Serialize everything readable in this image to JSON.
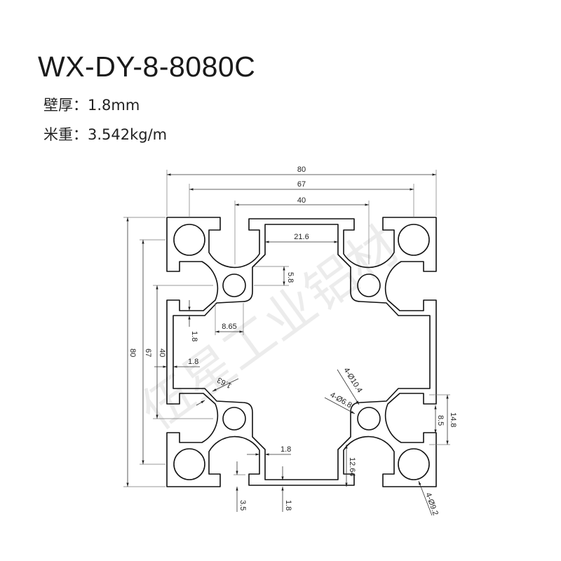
{
  "title": "WX-DY-8-8080C",
  "specs": {
    "wall_thickness": "壁厚：1.8mm",
    "weight": "米重：3.542kg/m"
  },
  "watermark": "伍星工业铝材",
  "dimensions": {
    "width_overall": "80",
    "width_hole_centers": "67",
    "width_boss_centers": "40",
    "slot_opening": "21.6",
    "boss_offset": "5.8",
    "boss_width": "8.65",
    "wall_top": "1.8",
    "height_overall": "80",
    "height_hole_centers": "67",
    "height_boss_centers": "40",
    "wall_left": "1.8",
    "fillet": "1.63",
    "outer_boss_dia": "4-Ø10.4",
    "boss_hole_dia": "4-Ø6.8",
    "slot_outer": "14.8",
    "slot_inner": "8.5",
    "wall_bottom_channel": "1.8",
    "channel_depth": "12.64",
    "lip_depth": "3.5",
    "wall_bottom": "1.8",
    "corner_hole_dia": "4-Ø9.2"
  }
}
